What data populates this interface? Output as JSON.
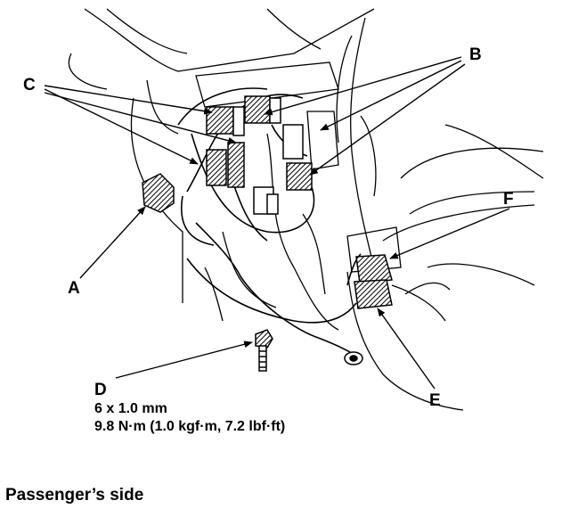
{
  "callouts": {
    "a": "A",
    "b": "B",
    "c": "C",
    "d": "D",
    "e": "E",
    "f": "F"
  },
  "bolt_spec": {
    "size": "6 x 1.0 mm",
    "torque": "9.8 N·m (1.0 kgf·m, 7.2 lbf·ft)"
  },
  "caption": "Passenger’s side"
}
